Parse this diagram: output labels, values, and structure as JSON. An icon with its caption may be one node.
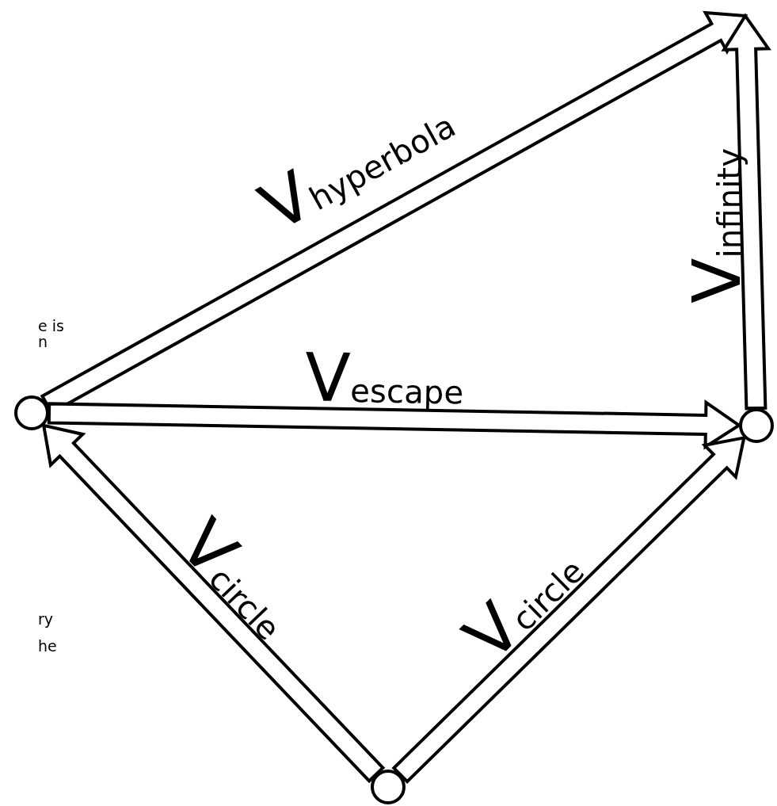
{
  "diagram": {
    "nodes": [
      {
        "text": [],
        "shape": "circle"
      },
      {
        "text": [],
        "shape": "circle"
      },
      {
        "text": [],
        "shape": "circle"
      }
    ],
    "edges": [
      {
        "from": 0,
        "to": null,
        "arrow": "to",
        "label": "V$_{hyperbola}$"
      },
      {
        "from": 1,
        "to": null,
        "arrow": "to",
        "label": "V$_{infinity}$"
      },
      {
        "from": 0,
        "to": 1,
        "arrow": "to",
        "label": "V$_{escape}$"
      },
      {
        "from": 2,
        "to": 0,
        "arrow": "to",
        "label": "V$_{circle}$"
      },
      {
        "from": 2,
        "to": 1,
        "arrow": "to",
        "label": "V$_{circle}$"
      }
    ],
    "labels": [
      "e is",
      "n",
      "ry",
      "he"
    ]
  }
}
